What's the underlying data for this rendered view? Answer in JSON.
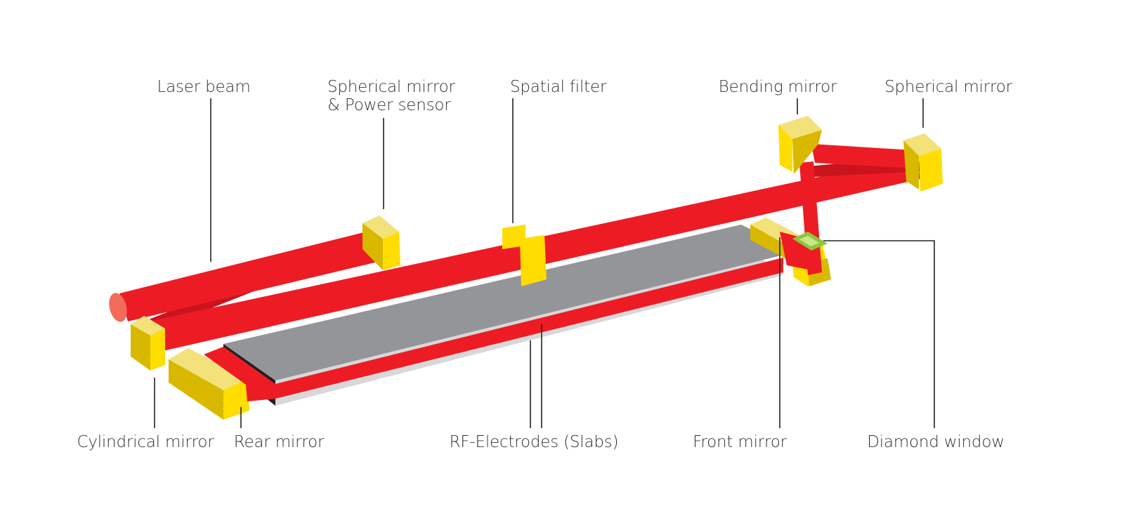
{
  "colors": {
    "beam": "#ED1C24",
    "beam_dark": "#C9141D",
    "beam_end": "#F26B5B",
    "mirror_front": "#FFDD00",
    "mirror_top": "#F3E27A",
    "mirror_side": "#D9B800",
    "electrode_top": "#939598",
    "electrode_bottom": "#D7D8DA",
    "electrode_edge": "#231F20",
    "window": "#8DC63F",
    "leader": "#222222",
    "label": "#333333"
  },
  "labels": {
    "laser_beam": "Laser beam",
    "spherical_mirror_power_sensor": [
      "Spherical mirror",
      "& Power sensor"
    ],
    "spatial_filter": "Spatial filter",
    "bending_mirror": "Bending mirror",
    "spherical_mirror": "Spherical mirror",
    "cylindrical_mirror": "Cylindrical mirror",
    "rear_mirror": "Rear mirror",
    "rf_electrodes": "RF-Electrodes (Slabs)",
    "front_mirror": "Front mirror",
    "diamond_window": "Diamond window"
  }
}
